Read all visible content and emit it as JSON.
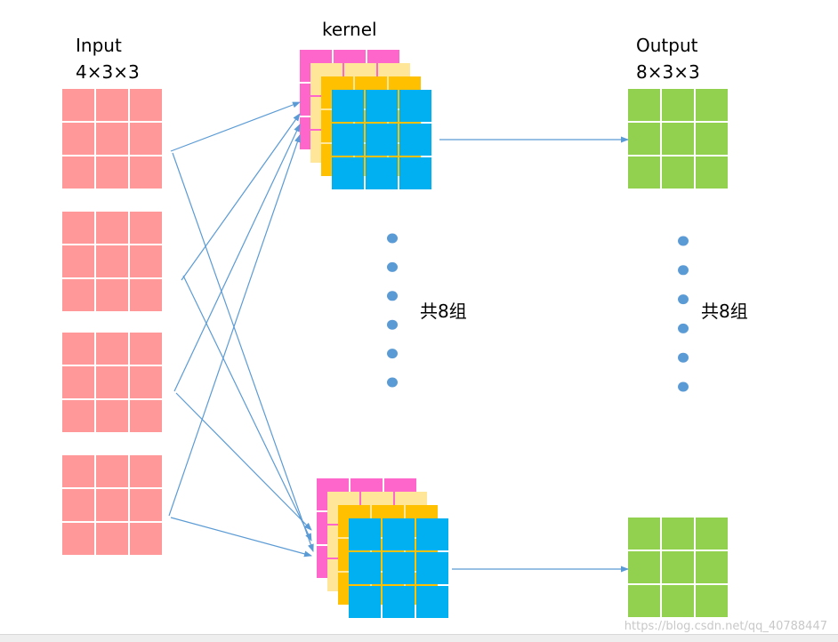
{
  "input": {
    "title": "Input",
    "dims": "4×3×3"
  },
  "kernel": {
    "title": "kernel"
  },
  "output": {
    "title": "Output",
    "dims": "8×3×3"
  },
  "group_note": "共8组",
  "watermark": "https://blog.csdn.net/qq_40788447",
  "colors": {
    "input_cell": "#ff9999",
    "kernel_layers": [
      "#ff66cc",
      "#ffe699",
      "#ffc000",
      "#00b0f0"
    ],
    "output_cell": "#92d050",
    "arrow": "#5b9bd5",
    "dot": "#5b9bd5",
    "text": "#000000",
    "watermark": "#c8c8c8"
  },
  "grid_size": 3,
  "input_channels": 4,
  "kernel_layers_per_group": 4,
  "groups_drawn": 2,
  "ellipsis_dots": 6
}
